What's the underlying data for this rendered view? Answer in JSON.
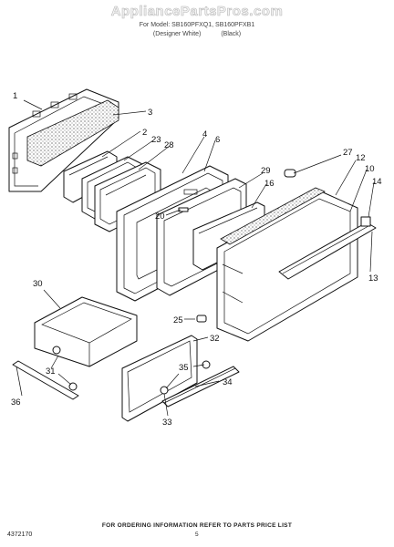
{
  "watermark": "AppliancePartsPros.com",
  "header": {
    "line1": "For Model:  SB160PFXQ1,  SB160PFXB1",
    "variant_white": "(Designer White)",
    "variant_black": "(Black)"
  },
  "callouts": [
    "1",
    "3",
    "2",
    "23",
    "28",
    "4",
    "6",
    "27",
    "12",
    "10",
    "14",
    "29",
    "16",
    "20",
    "13",
    "30",
    "25",
    "32",
    "31",
    "35",
    "34",
    "36",
    "33"
  ],
  "footer": {
    "ordering_note": "FOR ORDERING INFORMATION REFER TO PARTS PRICE LIST",
    "page_number": "5",
    "document_number": "4372170"
  }
}
